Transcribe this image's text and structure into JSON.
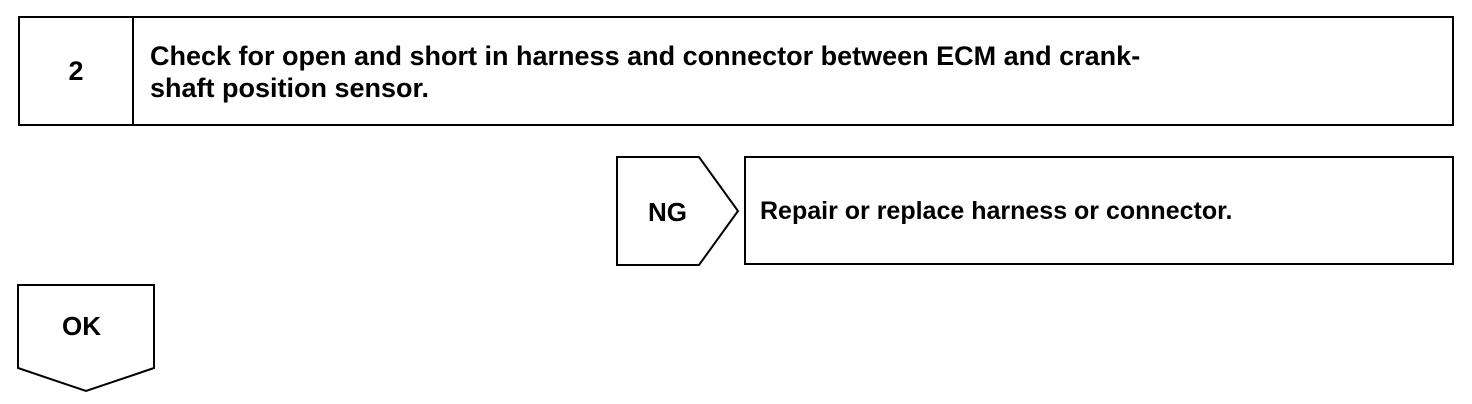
{
  "step": {
    "number": "2",
    "line1": "Check for open and short in harness and connector between ECM and crank-",
    "line2": "shaft position sensor."
  },
  "ng_branch": {
    "label": "NG",
    "action": "Repair or replace harness or connector."
  },
  "ok_branch": {
    "label": "OK"
  }
}
